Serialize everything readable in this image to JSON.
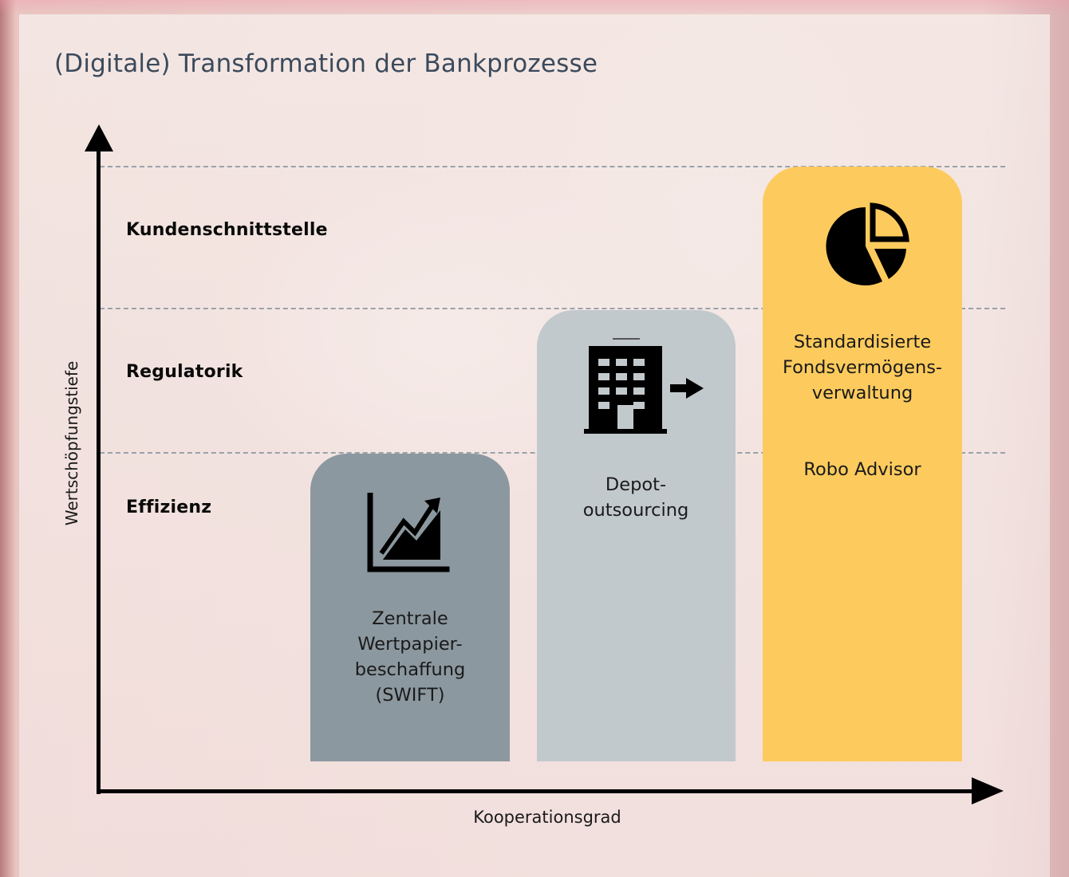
{
  "diagram": {
    "title": "(Digitale) Transformation der Bankprozesse",
    "y_axis_label": "Wertschöpfungstiefe",
    "x_axis_label": "Kooperationsgrad",
    "levels": [
      "Kundenschnittstelle",
      "Regulatorik",
      "Effizienz"
    ],
    "columns": [
      {
        "label": "Zentrale\nWertpapier-\nbeschaffung\n(SWIFT)",
        "icon": "line-chart-icon",
        "color": "#8c989f"
      },
      {
        "label": "Depot-\noutsourcing",
        "icon": "office-building-arrow-icon",
        "color": "#c2c9cd"
      },
      {
        "label": "Standardisierte\nFondsvermögens-\nverwaltung",
        "sublabel": "Robo Advisor",
        "icon": "pie-chart-icon",
        "color": "#fdcb5d"
      }
    ]
  }
}
